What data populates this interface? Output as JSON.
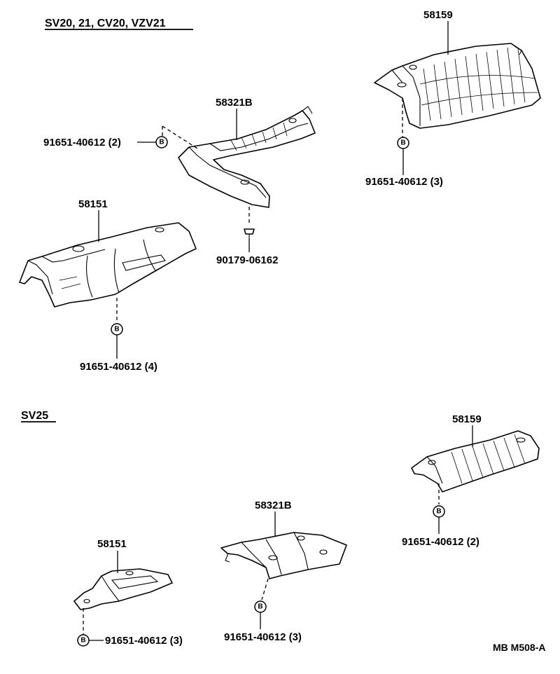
{
  "sections": {
    "top_header": "SV20, 21, CV20, VZV21",
    "bottom_header": "SV25"
  },
  "bolt_symbol": "B",
  "labels": {
    "top_58159": "58159",
    "top_58159_bolt": "91651-40612 (3)",
    "top_58321B": "58321B",
    "top_58321B_bolt": "91651-40612 (2)",
    "top_58321B_clip": "90179-06162",
    "top_58151": "58151",
    "top_58151_bolt": "91651-40612 (4)",
    "bot_58159": "58159",
    "bot_58159_bolt": "91651-40612 (2)",
    "bot_58321B": "58321B",
    "bot_58321B_bolt": "91651-40612 (3)",
    "bot_58151": "58151",
    "bot_58151_bolt": "91651-40612 (3)"
  },
  "footer": {
    "code": "MB M508-A"
  }
}
